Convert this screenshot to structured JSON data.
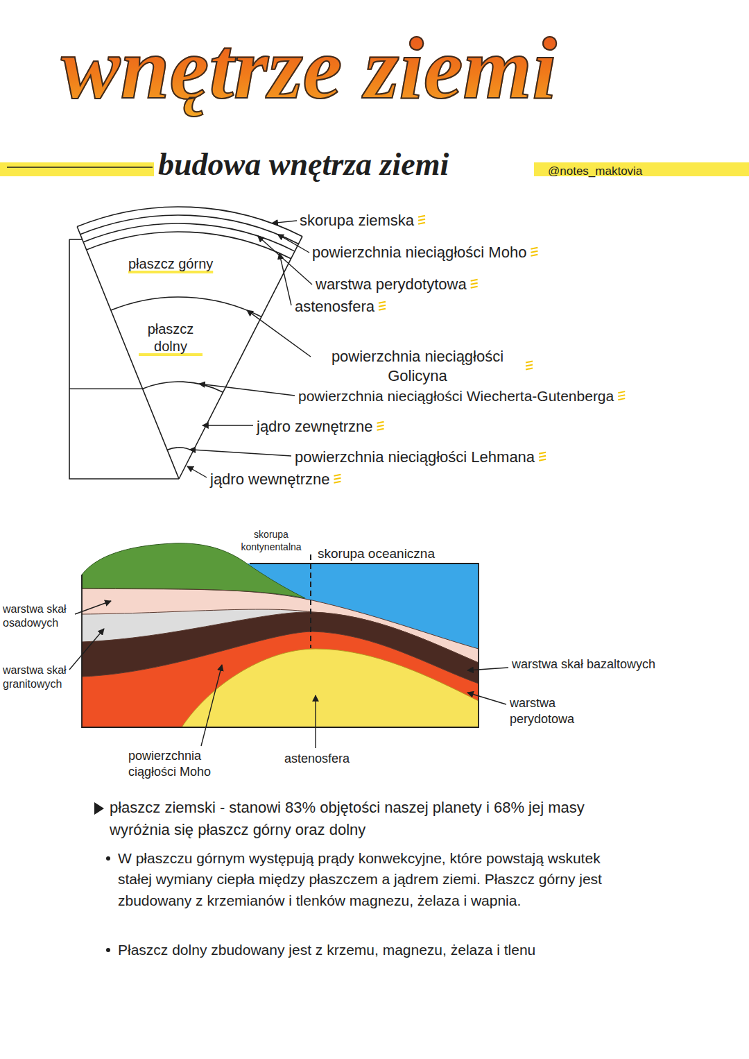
{
  "diagram": {
    "title": "wnętrze ziemi",
    "labels": [
      "budowa wnętrza ziemi",
      "@notes_maktovia",
      "skorupa ziemska",
      "powierzchnia nieciągłości Moho",
      "warstwa perydotytowa",
      "astenosfera",
      "płaszcz górny",
      "płaszcz dolny",
      "powierzchnia nieciągłości Golicyna",
      "powierzchnia nieciągłości Wiecherta-Gutenberga",
      "jądro zewnętrzne",
      "powierzchnia nieciągłości Lehmana",
      "jądro wewnętrzne",
      "skorupa kontynentalna",
      "skorupa oceaniczna",
      "warstwa skał osadowych",
      "warstwa skał granitowych",
      "warstwa skał bazaltowych",
      "warstwa perydotowa",
      "powierzchnia ciągłości Moho",
      "astenosfera",
      "płaszcz ziemski - stanowi 83% objętości naszej planety i 68% jej masy",
      "wyróżnia się płaszcz górny oraz dolny",
      "W płaszczu górnym występują prądy konwekcyjne, które powstają wskutek stałej wymiany ciepła między płaszczem a jądrem ziemi. Płaszcz górny jest zbudowany z krzemianów i tlenków magnezu, żelaza i wapnia.",
      "Płaszcz dolny zbudowany jest z krzemu, magnezu, żelaza i tlenu"
    ]
  }
}
